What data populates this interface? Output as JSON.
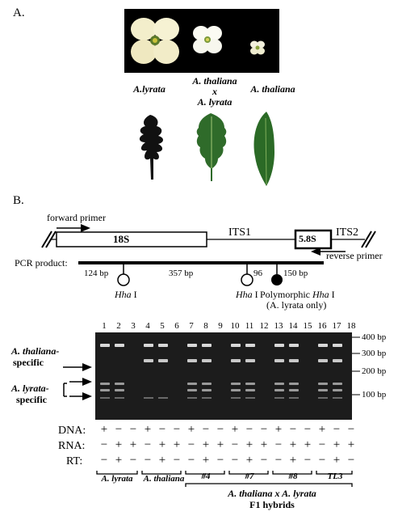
{
  "panel_a": {
    "label": "A.",
    "species": {
      "left": "A.lyrata",
      "mid_line1": "A. thaliana",
      "mid_line2": "x",
      "mid_line3": "A. lyrata",
      "right": "A. thaliana"
    }
  },
  "panel_b": {
    "label": "B.",
    "forward_primer": "forward primer",
    "reverse_primer": "reverse primer",
    "its1": "ITS1",
    "its2": "ITS2",
    "s18": "18S",
    "s58": "5.8S",
    "pcr_product": "PCR product:",
    "bp124": "124 bp",
    "bp357": "357 bp",
    "bp96": "96",
    "bp150": "150 bp",
    "hha1_a": "Hha",
    "hha1_a_num": " I",
    "hha1_b": "Hha",
    "hha1_b_num": " I",
    "poly_hha_pre": "Polymorphic ",
    "poly_hha": "Hha",
    "poly_hha_num": " I",
    "poly_hha_note": "(A. lyrata only)"
  },
  "gel": {
    "lanes": [
      "1",
      "2",
      "3",
      "4",
      "5",
      "6",
      "7",
      "8",
      "9",
      "10",
      "11",
      "12",
      "13",
      "14",
      "15",
      "16",
      "17",
      "18"
    ],
    "markers": [
      "400 bp",
      "300 bp",
      "200 bp",
      "100 bp"
    ],
    "thaliana_specific_1": "A. thaliana-",
    "thaliana_specific_2": "specific",
    "lyrata_specific_1": "A. lyrata-",
    "lyrata_specific_2": "specific",
    "rows": [
      {
        "label": "DNA:",
        "signs": [
          "+",
          "−",
          "−",
          "+",
          "−",
          "−",
          "+",
          "−",
          "−",
          "+",
          "−",
          "−",
          "+",
          "−",
          "−",
          "+",
          "−",
          "−"
        ]
      },
      {
        "label": "RNA:",
        "signs": [
          "−",
          "+",
          "+",
          "−",
          "+",
          "+",
          "−",
          "+",
          "+",
          "−",
          "+",
          "+",
          "−",
          "+",
          "+",
          "−",
          "+",
          "+"
        ]
      },
      {
        "label": "RT:",
        "signs": [
          "−",
          "+",
          "−",
          "−",
          "+",
          "−",
          "−",
          "+",
          "−",
          "−",
          "+",
          "−",
          "−",
          "+",
          "−",
          "−",
          "+",
          "−"
        ]
      }
    ],
    "groups": [
      "A. lyrata",
      "A. thaliana",
      "#4",
      "#7",
      "#8",
      "TL3"
    ],
    "hybrid_line1": "A. thaliana x A. lyrata",
    "hybrid_line2": "F1 hybrids"
  }
}
